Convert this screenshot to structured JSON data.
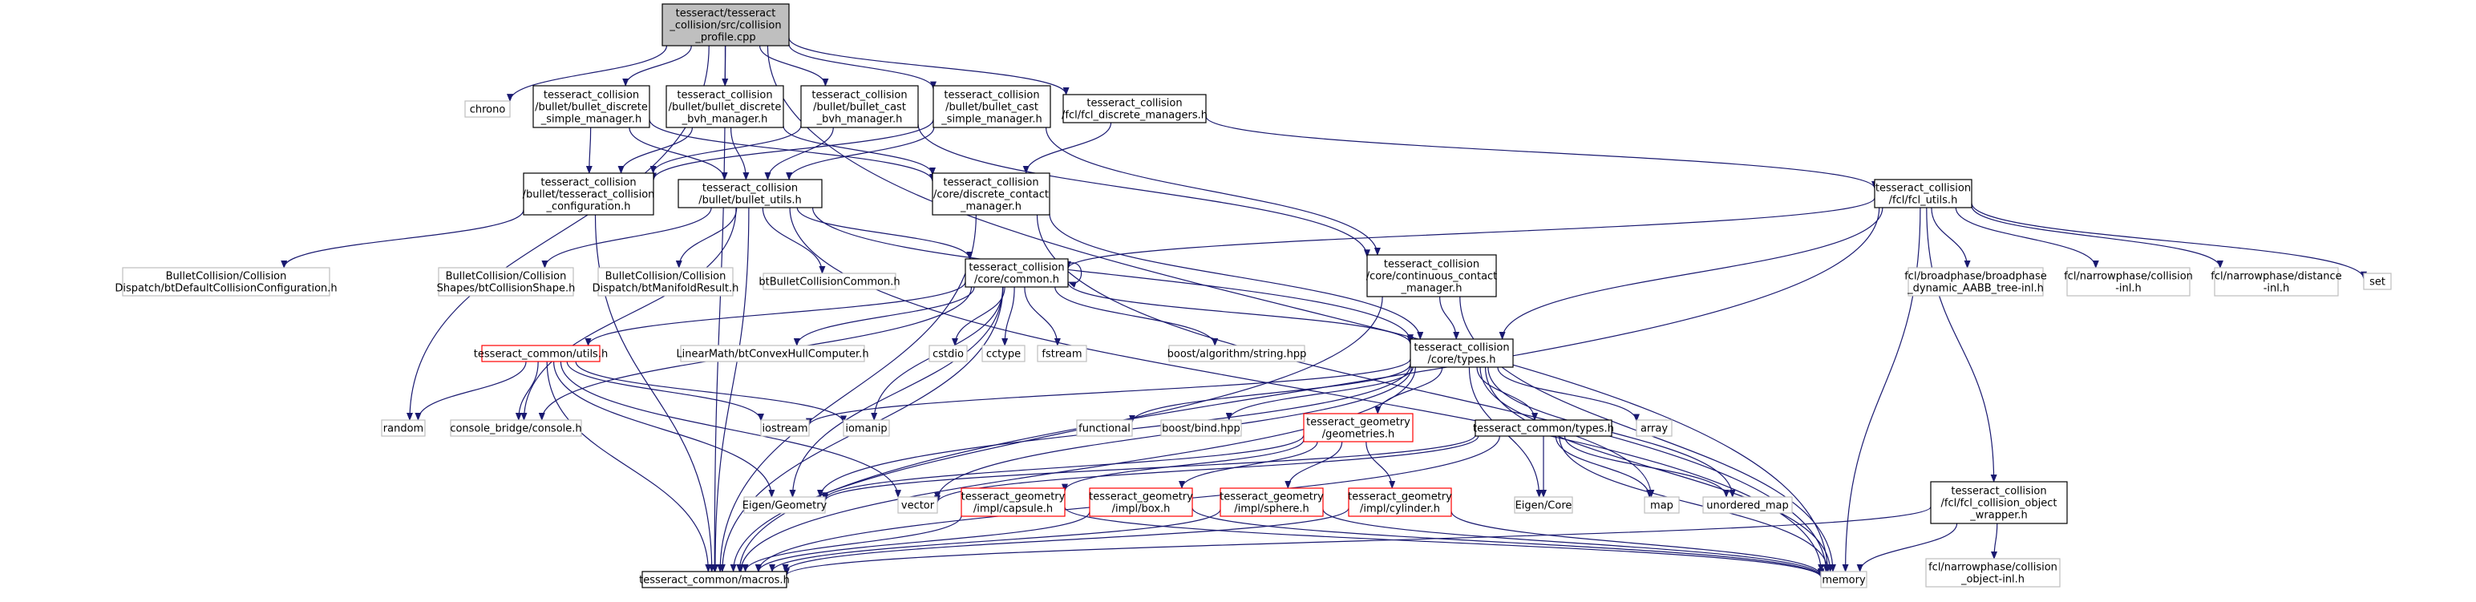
{
  "graph": {
    "colors": {
      "edge": "#191970",
      "root_fill": "#bfbfbf",
      "box_stroke": "#000000",
      "gray_stroke": "#bfbfbf",
      "red_stroke": "#ff0000",
      "fill": "#ffffff"
    },
    "nodes": [
      {
        "id": "root",
        "style": "root",
        "lines": [
          "tesseract/tesseract",
          "_collision/src/collision",
          "_profile.cpp"
        ]
      },
      {
        "id": "chrono",
        "style": "gray",
        "lines": [
          "chrono"
        ]
      },
      {
        "id": "bdsm",
        "style": "box",
        "lines": [
          "tesseract_collision",
          "/bullet/bullet_discrete",
          "_simple_manager.h"
        ]
      },
      {
        "id": "bdbvh",
        "style": "box",
        "lines": [
          "tesseract_collision",
          "/bullet/bullet_discrete",
          "_bvh_manager.h"
        ]
      },
      {
        "id": "bcbvh",
        "style": "box",
        "lines": [
          "tesseract_collision",
          "/bullet/bullet_cast",
          "_bvh_manager.h"
        ]
      },
      {
        "id": "bcsm",
        "style": "box",
        "lines": [
          "tesseract_collision",
          "/bullet/bullet_cast",
          "_simple_manager.h"
        ]
      },
      {
        "id": "fcldm",
        "style": "box",
        "lines": [
          "tesseract_collision",
          "/fcl/fcl_discrete_managers.h"
        ]
      },
      {
        "id": "btconf",
        "style": "box",
        "lines": [
          "tesseract_collision",
          "/bullet/tesseract_collision",
          "_configuration.h"
        ]
      },
      {
        "id": "butils",
        "style": "box",
        "lines": [
          "tesseract_collision",
          "/bullet/bullet_utils.h"
        ]
      },
      {
        "id": "dcm",
        "style": "box",
        "lines": [
          "tesseract_collision",
          "/core/discrete_contact",
          "_manager.h"
        ]
      },
      {
        "id": "fclutils",
        "style": "box",
        "lines": [
          "tesseract_collision",
          "/fcl/fcl_utils.h"
        ]
      },
      {
        "id": "btdefault",
        "style": "gray",
        "lines": [
          "BulletCollision/Collision",
          "Dispatch/btDefaultCollisionConfiguration.h"
        ]
      },
      {
        "id": "btshape",
        "style": "gray",
        "lines": [
          "BulletCollision/Collision",
          "Shapes/btCollisionShape.h"
        ]
      },
      {
        "id": "btmanifold",
        "style": "gray",
        "lines": [
          "BulletCollision/Collision",
          "Dispatch/btManifoldResult.h"
        ]
      },
      {
        "id": "btcommon",
        "style": "gray",
        "lines": [
          "btBulletCollisionCommon.h"
        ]
      },
      {
        "id": "ccommon",
        "style": "box",
        "lines": [
          "tesseract_collision",
          "/core/common.h"
        ]
      },
      {
        "id": "ccm",
        "style": "box",
        "lines": [
          "tesseract_collision",
          "/core/continuous_contact",
          "_manager.h"
        ]
      },
      {
        "id": "bpdyn",
        "style": "gray",
        "lines": [
          "fcl/broadphase/broadphase",
          "_dynamic_AABB_tree-inl.h"
        ]
      },
      {
        "id": "nphcoll",
        "style": "gray",
        "lines": [
          "fcl/narrowphase/collision",
          "-inl.h"
        ]
      },
      {
        "id": "nphdist",
        "style": "gray",
        "lines": [
          "fcl/narrowphase/distance",
          "-inl.h"
        ]
      },
      {
        "id": "set",
        "style": "gray",
        "lines": [
          "set"
        ]
      },
      {
        "id": "cutils",
        "style": "red",
        "lines": [
          "tesseract_common/utils.h"
        ]
      },
      {
        "id": "convexhull",
        "style": "gray",
        "lines": [
          "LinearMath/btConvexHullComputer.h"
        ]
      },
      {
        "id": "cstdio",
        "style": "gray",
        "lines": [
          "cstdio"
        ]
      },
      {
        "id": "cctype",
        "style": "gray",
        "lines": [
          "cctype"
        ]
      },
      {
        "id": "fstream",
        "style": "gray",
        "lines": [
          "fstream"
        ]
      },
      {
        "id": "boostalg",
        "style": "gray",
        "lines": [
          "boost/algorithm/string.hpp"
        ]
      },
      {
        "id": "ctypes",
        "style": "box",
        "lines": [
          "tesseract_collision",
          "/core/types.h"
        ]
      },
      {
        "id": "random",
        "style": "gray",
        "lines": [
          "random"
        ]
      },
      {
        "id": "consolebridge",
        "style": "gray",
        "lines": [
          "console_bridge/console.h"
        ]
      },
      {
        "id": "iostream",
        "style": "gray",
        "lines": [
          "iostream"
        ]
      },
      {
        "id": "iomanip",
        "style": "gray",
        "lines": [
          "iomanip"
        ]
      },
      {
        "id": "functional",
        "style": "gray",
        "lines": [
          "functional"
        ]
      },
      {
        "id": "boostbind",
        "style": "gray",
        "lines": [
          "boost/bind.hpp"
        ]
      },
      {
        "id": "geometries",
        "style": "red",
        "lines": [
          "tesseract_geometry",
          "/geometries.h"
        ]
      },
      {
        "id": "ctypesh",
        "style": "box",
        "lines": [
          "tesseract_common/types.h"
        ]
      },
      {
        "id": "array",
        "style": "gray",
        "lines": [
          "array"
        ]
      },
      {
        "id": "eigengeo",
        "style": "gray",
        "lines": [
          "Eigen/Geometry"
        ]
      },
      {
        "id": "vector",
        "style": "gray",
        "lines": [
          "vector"
        ]
      },
      {
        "id": "capsule",
        "style": "red",
        "lines": [
          "tesseract_geometry",
          "/impl/capsule.h"
        ]
      },
      {
        "id": "box",
        "style": "red",
        "lines": [
          "tesseract_geometry",
          "/impl/box.h"
        ]
      },
      {
        "id": "sphere",
        "style": "red",
        "lines": [
          "tesseract_geometry",
          "/impl/sphere.h"
        ]
      },
      {
        "id": "cylinder",
        "style": "red",
        "lines": [
          "tesseract_geometry",
          "/impl/cylinder.h"
        ]
      },
      {
        "id": "eigencore",
        "style": "gray",
        "lines": [
          "Eigen/Core"
        ]
      },
      {
        "id": "map",
        "style": "gray",
        "lines": [
          "map"
        ]
      },
      {
        "id": "umap",
        "style": "gray",
        "lines": [
          "unordered_map"
        ]
      },
      {
        "id": "fclobj",
        "style": "box",
        "lines": [
          "tesseract_collision",
          "/fcl/fcl_collision_object",
          "_wrapper.h"
        ]
      },
      {
        "id": "macros",
        "style": "box",
        "lines": [
          "tesseract_common/macros.h"
        ]
      },
      {
        "id": "memory",
        "style": "gray",
        "lines": [
          "memory"
        ]
      },
      {
        "id": "nphcollobj",
        "style": "gray",
        "lines": [
          "fcl/narrowphase/collision",
          "_object-inl.h"
        ]
      }
    ],
    "edges": [
      [
        "root",
        "chrono"
      ],
      [
        "root",
        "bdsm"
      ],
      [
        "root",
        "bdbvh"
      ],
      [
        "root",
        "bcbvh"
      ],
      [
        "root",
        "bcsm"
      ],
      [
        "root",
        "fcldm"
      ],
      [
        "root",
        "random"
      ],
      [
        "root",
        "macros"
      ],
      [
        "root",
        "memory"
      ],
      [
        "bdsm",
        "btconf"
      ],
      [
        "bdsm",
        "butils"
      ],
      [
        "bdsm",
        "dcm"
      ],
      [
        "bdbvh",
        "btconf"
      ],
      [
        "bdbvh",
        "butils"
      ],
      [
        "bdbvh",
        "dcm"
      ],
      [
        "bcbvh",
        "btconf"
      ],
      [
        "bcbvh",
        "butils"
      ],
      [
        "bcbvh",
        "ccm"
      ],
      [
        "bcsm",
        "btconf"
      ],
      [
        "bcsm",
        "butils"
      ],
      [
        "bcsm",
        "ccm"
      ],
      [
        "fcldm",
        "dcm"
      ],
      [
        "fcldm",
        "fclutils"
      ],
      [
        "btconf",
        "btdefault"
      ],
      [
        "btconf",
        "macros"
      ],
      [
        "butils",
        "btshape"
      ],
      [
        "butils",
        "btmanifold"
      ],
      [
        "butils",
        "btcommon"
      ],
      [
        "butils",
        "ccommon"
      ],
      [
        "butils",
        "ctypes"
      ],
      [
        "butils",
        "consolebridge"
      ],
      [
        "butils",
        "macros"
      ],
      [
        "butils",
        "memory"
      ],
      [
        "dcm",
        "ctypes"
      ],
      [
        "dcm",
        "macros"
      ],
      [
        "dcm",
        "memory"
      ],
      [
        "fclutils",
        "bpdyn"
      ],
      [
        "fclutils",
        "nphcoll"
      ],
      [
        "fclutils",
        "nphdist"
      ],
      [
        "fclutils",
        "set"
      ],
      [
        "fclutils",
        "ccommon"
      ],
      [
        "fclutils",
        "ctypes"
      ],
      [
        "fclutils",
        "fclobj"
      ],
      [
        "fclutils",
        "memory"
      ],
      [
        "fclutils",
        "macros"
      ],
      [
        "ccommon",
        "ccommon"
      ],
      [
        "ccommon",
        "cutils"
      ],
      [
        "ccommon",
        "convexhull"
      ],
      [
        "ccommon",
        "cstdio"
      ],
      [
        "ccommon",
        "cctype"
      ],
      [
        "ccommon",
        "fstream"
      ],
      [
        "ccommon",
        "boostalg"
      ],
      [
        "ccommon",
        "ctypes"
      ],
      [
        "ccommon",
        "iomanip"
      ],
      [
        "ccommon",
        "consolebridge"
      ],
      [
        "ccommon",
        "eigengeo"
      ],
      [
        "ccommon",
        "macros"
      ],
      [
        "ccm",
        "ctypes"
      ],
      [
        "ccm",
        "macros"
      ],
      [
        "ccm",
        "memory"
      ],
      [
        "cutils",
        "random"
      ],
      [
        "cutils",
        "consolebridge"
      ],
      [
        "cutils",
        "iostream"
      ],
      [
        "cutils",
        "iomanip"
      ],
      [
        "cutils",
        "eigengeo"
      ],
      [
        "cutils",
        "vector"
      ],
      [
        "cutils",
        "macros"
      ],
      [
        "ctypes",
        "iostream"
      ],
      [
        "ctypes",
        "functional"
      ],
      [
        "ctypes",
        "boostbind"
      ],
      [
        "ctypes",
        "geometries"
      ],
      [
        "ctypes",
        "ctypesh"
      ],
      [
        "ctypes",
        "array"
      ],
      [
        "ctypes",
        "eigengeo"
      ],
      [
        "ctypes",
        "vector"
      ],
      [
        "ctypes",
        "eigencore"
      ],
      [
        "ctypes",
        "map"
      ],
      [
        "ctypes",
        "umap"
      ],
      [
        "ctypes",
        "memory"
      ],
      [
        "ctypes",
        "macros"
      ],
      [
        "geometries",
        "capsule"
      ],
      [
        "geometries",
        "box"
      ],
      [
        "geometries",
        "sphere"
      ],
      [
        "geometries",
        "cylinder"
      ],
      [
        "geometries",
        "eigengeo"
      ],
      [
        "ctypesh",
        "vector"
      ],
      [
        "ctypesh",
        "eigengeo"
      ],
      [
        "ctypesh",
        "eigencore"
      ],
      [
        "ctypesh",
        "map"
      ],
      [
        "ctypesh",
        "umap"
      ],
      [
        "ctypesh",
        "memory"
      ],
      [
        "ctypesh",
        "macros"
      ],
      [
        "capsule",
        "macros"
      ],
      [
        "capsule",
        "memory"
      ],
      [
        "box",
        "macros"
      ],
      [
        "box",
        "memory"
      ],
      [
        "sphere",
        "macros"
      ],
      [
        "sphere",
        "memory"
      ],
      [
        "cylinder",
        "macros"
      ],
      [
        "cylinder",
        "memory"
      ],
      [
        "fclobj",
        "macros"
      ],
      [
        "fclobj",
        "memory"
      ],
      [
        "fclobj",
        "nphcollobj"
      ]
    ]
  }
}
